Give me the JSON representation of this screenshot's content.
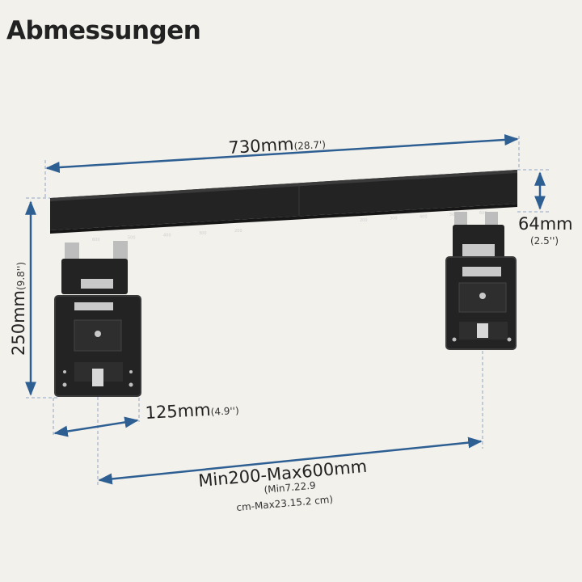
{
  "title": "Abmessungen",
  "colors": {
    "dimension_line": "#2e5f93",
    "guide_line": "#8fa6c4",
    "mount_body": "#232323",
    "mount_edge": "#3a3a3a",
    "hardware": "#cfcfcf",
    "background": "#f3f1ec"
  },
  "dimensions": {
    "width": {
      "value": "730mm",
      "inch": "(28.7')"
    },
    "height": {
      "value": "250mm",
      "inch": "(9.8'')"
    },
    "bar_height": {
      "value": "64mm",
      "inch": "(2.5'')"
    },
    "bracket_width": {
      "value": "125mm",
      "inch": "(4.9'')"
    },
    "spacing": {
      "value": "Min200-Max600mm",
      "sub_line1": "(Min7.22.9",
      "sub_line2": "cm-Max23.15.2 cm)"
    }
  },
  "rail_scale_left": [
    "600",
    "500",
    "400",
    "300",
    "200"
  ],
  "rail_scale_right": [
    "200",
    "300",
    "400",
    "500",
    "600"
  ]
}
